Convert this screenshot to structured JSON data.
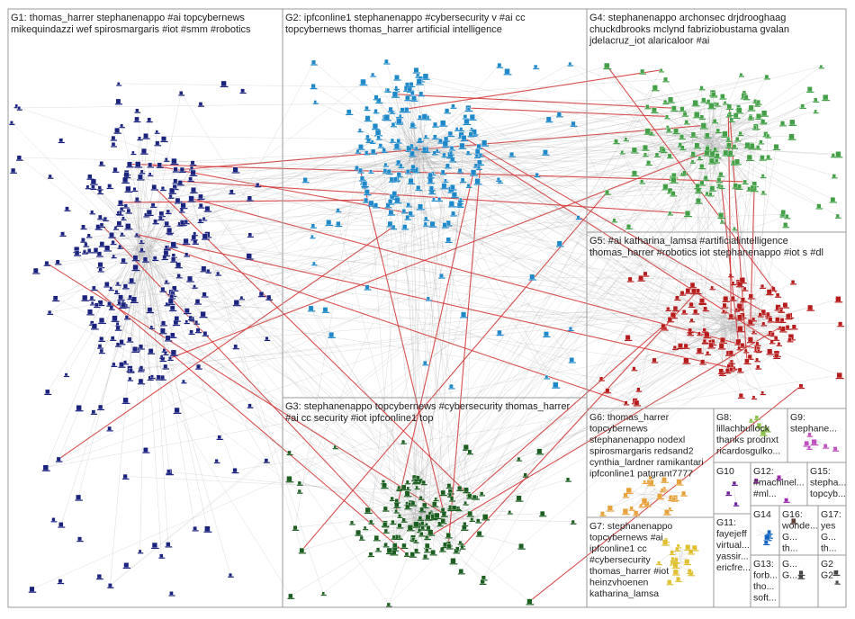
{
  "groups": [
    {
      "id": "G1",
      "lines": [
        "G1: thomas_harrer stephanenappo #ai topcybernews",
        "mikequindazzi wef spirosmargaris #iot #smm #robotics"
      ],
      "color": "#1a237e"
    },
    {
      "id": "G2",
      "lines": [
        "G2: ipfconline1 stephanenappo #cybersecurity v #ai cc",
        "topcybernews thomas_harrer artificial intelligence"
      ],
      "color": "#1e88c8"
    },
    {
      "id": "G3",
      "lines": [
        "G3: stephanenappo topcybernews #cybersecurity thomas_harrer",
        "#ai cc security #iot ipfconline1 top"
      ],
      "color": "#1b5e20"
    },
    {
      "id": "G4",
      "lines": [
        "G4: stephanenappo archonsec drjdrooghaag",
        "chuckdbrooks mclynd fabriziobustama gvalan",
        "jdelacruz_iot alaricaloor #ai"
      ],
      "color": "#43a047"
    },
    {
      "id": "G5",
      "lines": [
        "G5: #ai katharina_lamsa #artificialintelligence",
        "thomas_harrer #robotics iot stephanenappo #iot s #dl"
      ],
      "color": "#b71c1c"
    },
    {
      "id": "G6",
      "lines": [
        "G6: thomas_harrer",
        "topcybernews",
        "stephanenappo nodexl",
        "spirosmargaris redsand2",
        "cynthia_lardner ramikantari",
        "ipfconline1 patgrant7777"
      ],
      "color": "#e6a23c"
    },
    {
      "id": "G7",
      "lines": [
        "G7: stephanenappo",
        "topcybernews #ai",
        "ipfconline1 cc",
        "#cybersecurity",
        "thomas_harrer #iot",
        "heinzvhoenen",
        "katharina_lamsa"
      ],
      "color": "#e0c030"
    },
    {
      "id": "G8",
      "lines": [
        "G8:",
        "lillachbullock",
        "thanks prodnxt",
        "ricardosgulko..."
      ],
      "color": "#8bc34a"
    },
    {
      "id": "G9",
      "lines": [
        "G9:",
        "stephane..."
      ],
      "color": "#c050c0"
    },
    {
      "id": "G10",
      "lines": [
        "G10"
      ],
      "color": "#6a1b9a"
    },
    {
      "id": "G11",
      "lines": [
        "G11:",
        "fayejeff",
        "virtual...",
        "yassir...",
        "ericfre..."
      ],
      "color": "#555555"
    },
    {
      "id": "G12",
      "lines": [
        "G12:",
        "#machinel...",
        "#ml..."
      ],
      "color": "#9c27b0"
    },
    {
      "id": "G13",
      "lines": [
        "G13:",
        "forb...",
        "tho...",
        "soft..."
      ],
      "color": "#777777"
    },
    {
      "id": "G14",
      "lines": [
        "G14"
      ],
      "color": "#1565c0"
    },
    {
      "id": "G15",
      "lines": [
        "G15:",
        "stepha...",
        "topcyb..."
      ],
      "color": "#00897b"
    },
    {
      "id": "G16",
      "lines": [
        "G16:",
        "wonde...",
        "G...",
        "th..."
      ],
      "color": "#5d4037"
    },
    {
      "id": "G17",
      "lines": [
        "G17:",
        "yes",
        "G...",
        "th..."
      ],
      "color": "#455a64"
    },
    {
      "id": "G18",
      "lines": [
        "G...",
        "G..."
      ],
      "color": "#444444"
    },
    {
      "id": "G19",
      "lines": [
        "G2",
        "G2"
      ],
      "color": "#444444"
    }
  ]
}
